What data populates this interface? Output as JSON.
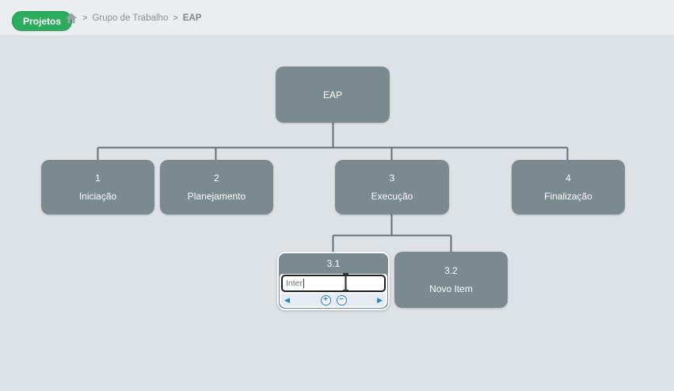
{
  "header": {
    "projects_button_label": "Projetos",
    "breadcrumb_separator": ">",
    "breadcrumb_item_1": "Grupo de Trabalho",
    "breadcrumb_item_2": "EAP"
  },
  "colors": {
    "node_fill": "#7b8a8f",
    "connector_line": "#657074",
    "accent_green": "#2bad5d",
    "editor_blue": "#2d7fc1",
    "canvas_background": "#dde2e7",
    "header_background": "#ebeef0"
  },
  "tree": {
    "root": {
      "label": "EAP"
    },
    "children": [
      {
        "number": "1",
        "label": "Iniciação"
      },
      {
        "number": "2",
        "label": "Planejamento"
      },
      {
        "number": "3",
        "label": "Execução"
      },
      {
        "number": "4",
        "label": "Finalização"
      }
    ],
    "grandchildren": [
      {
        "number": "3.1"
      },
      {
        "number": "3.2",
        "label": "Novo Item"
      }
    ]
  },
  "node_editor": {
    "input_value": "Inter",
    "add_left_icon": "◀",
    "add_child_icon": "+",
    "remove_icon": "−",
    "add_right_icon": "▶"
  }
}
